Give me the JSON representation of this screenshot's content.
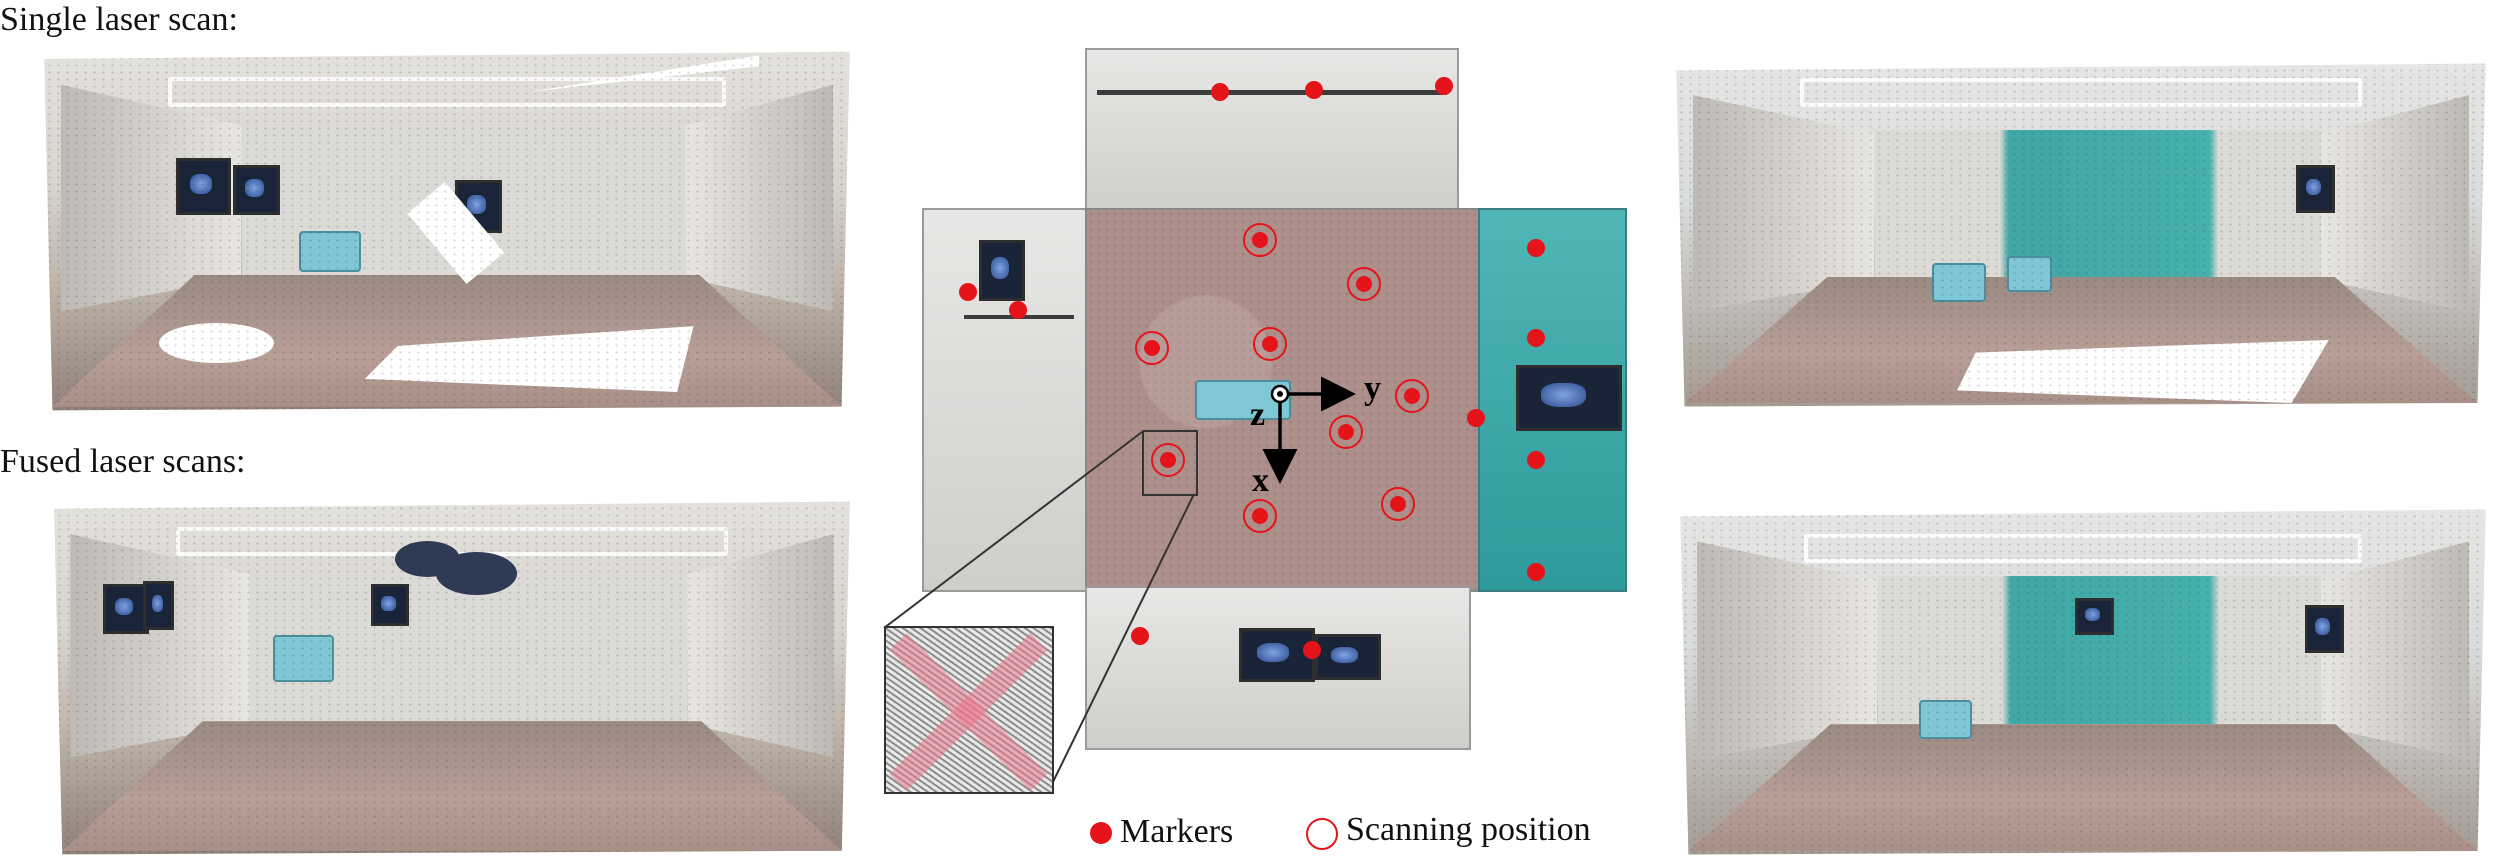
{
  "captions": {
    "single": "Single laser scan:",
    "fused": "Fused laser scans:"
  },
  "axes": {
    "x": "x",
    "y": "y",
    "z": "z"
  },
  "legend": {
    "markers": "Markers",
    "scanning_position": "Scanning position"
  },
  "colors": {
    "marker": "#e4141a",
    "teal_wall": "#47b1ae",
    "floor": "#ad8f8b"
  }
}
